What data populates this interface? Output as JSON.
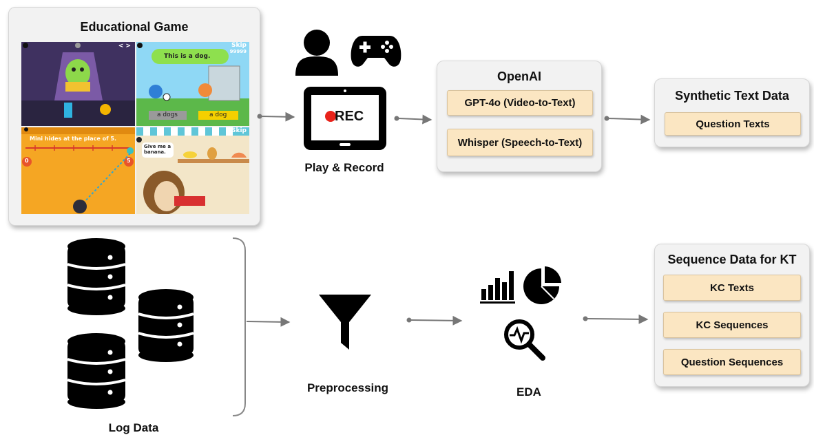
{
  "game": {
    "title": "Educational Game",
    "screen1": {
      "nav": "<   >"
    },
    "screen2": {
      "skip": "Skip",
      "score": "99999",
      "bubble": "This is a dog.",
      "option_a": "a dogs",
      "option_b": "a dog"
    },
    "screen3": {
      "prompt": "Mini hides at the place of 5.",
      "start": "0",
      "end": "5"
    },
    "screen4": {
      "skip": "Skip",
      "bubble": "Give me a banana."
    }
  },
  "record": {
    "rec_text": "REC",
    "label": "Play & Record"
  },
  "openai": {
    "title": "OpenAI",
    "items": [
      "GPT-4o (Video-to-Text)",
      "Whisper (Speech-to-Text)"
    ]
  },
  "synthetic": {
    "title": "Synthetic Text Data",
    "items": [
      "Question Texts"
    ]
  },
  "log": {
    "label": "Log Data"
  },
  "preprocessing": {
    "label": "Preprocessing"
  },
  "eda": {
    "label": "EDA"
  },
  "sequence": {
    "title": "Sequence Data for KT",
    "items": [
      "KC Texts",
      "KC Sequences",
      "Question Sequences"
    ]
  },
  "colors": {
    "chip": "#fbe6c2",
    "card": "#f2f2f2",
    "arrow": "#777777",
    "rec_dot": "#e8231b"
  }
}
